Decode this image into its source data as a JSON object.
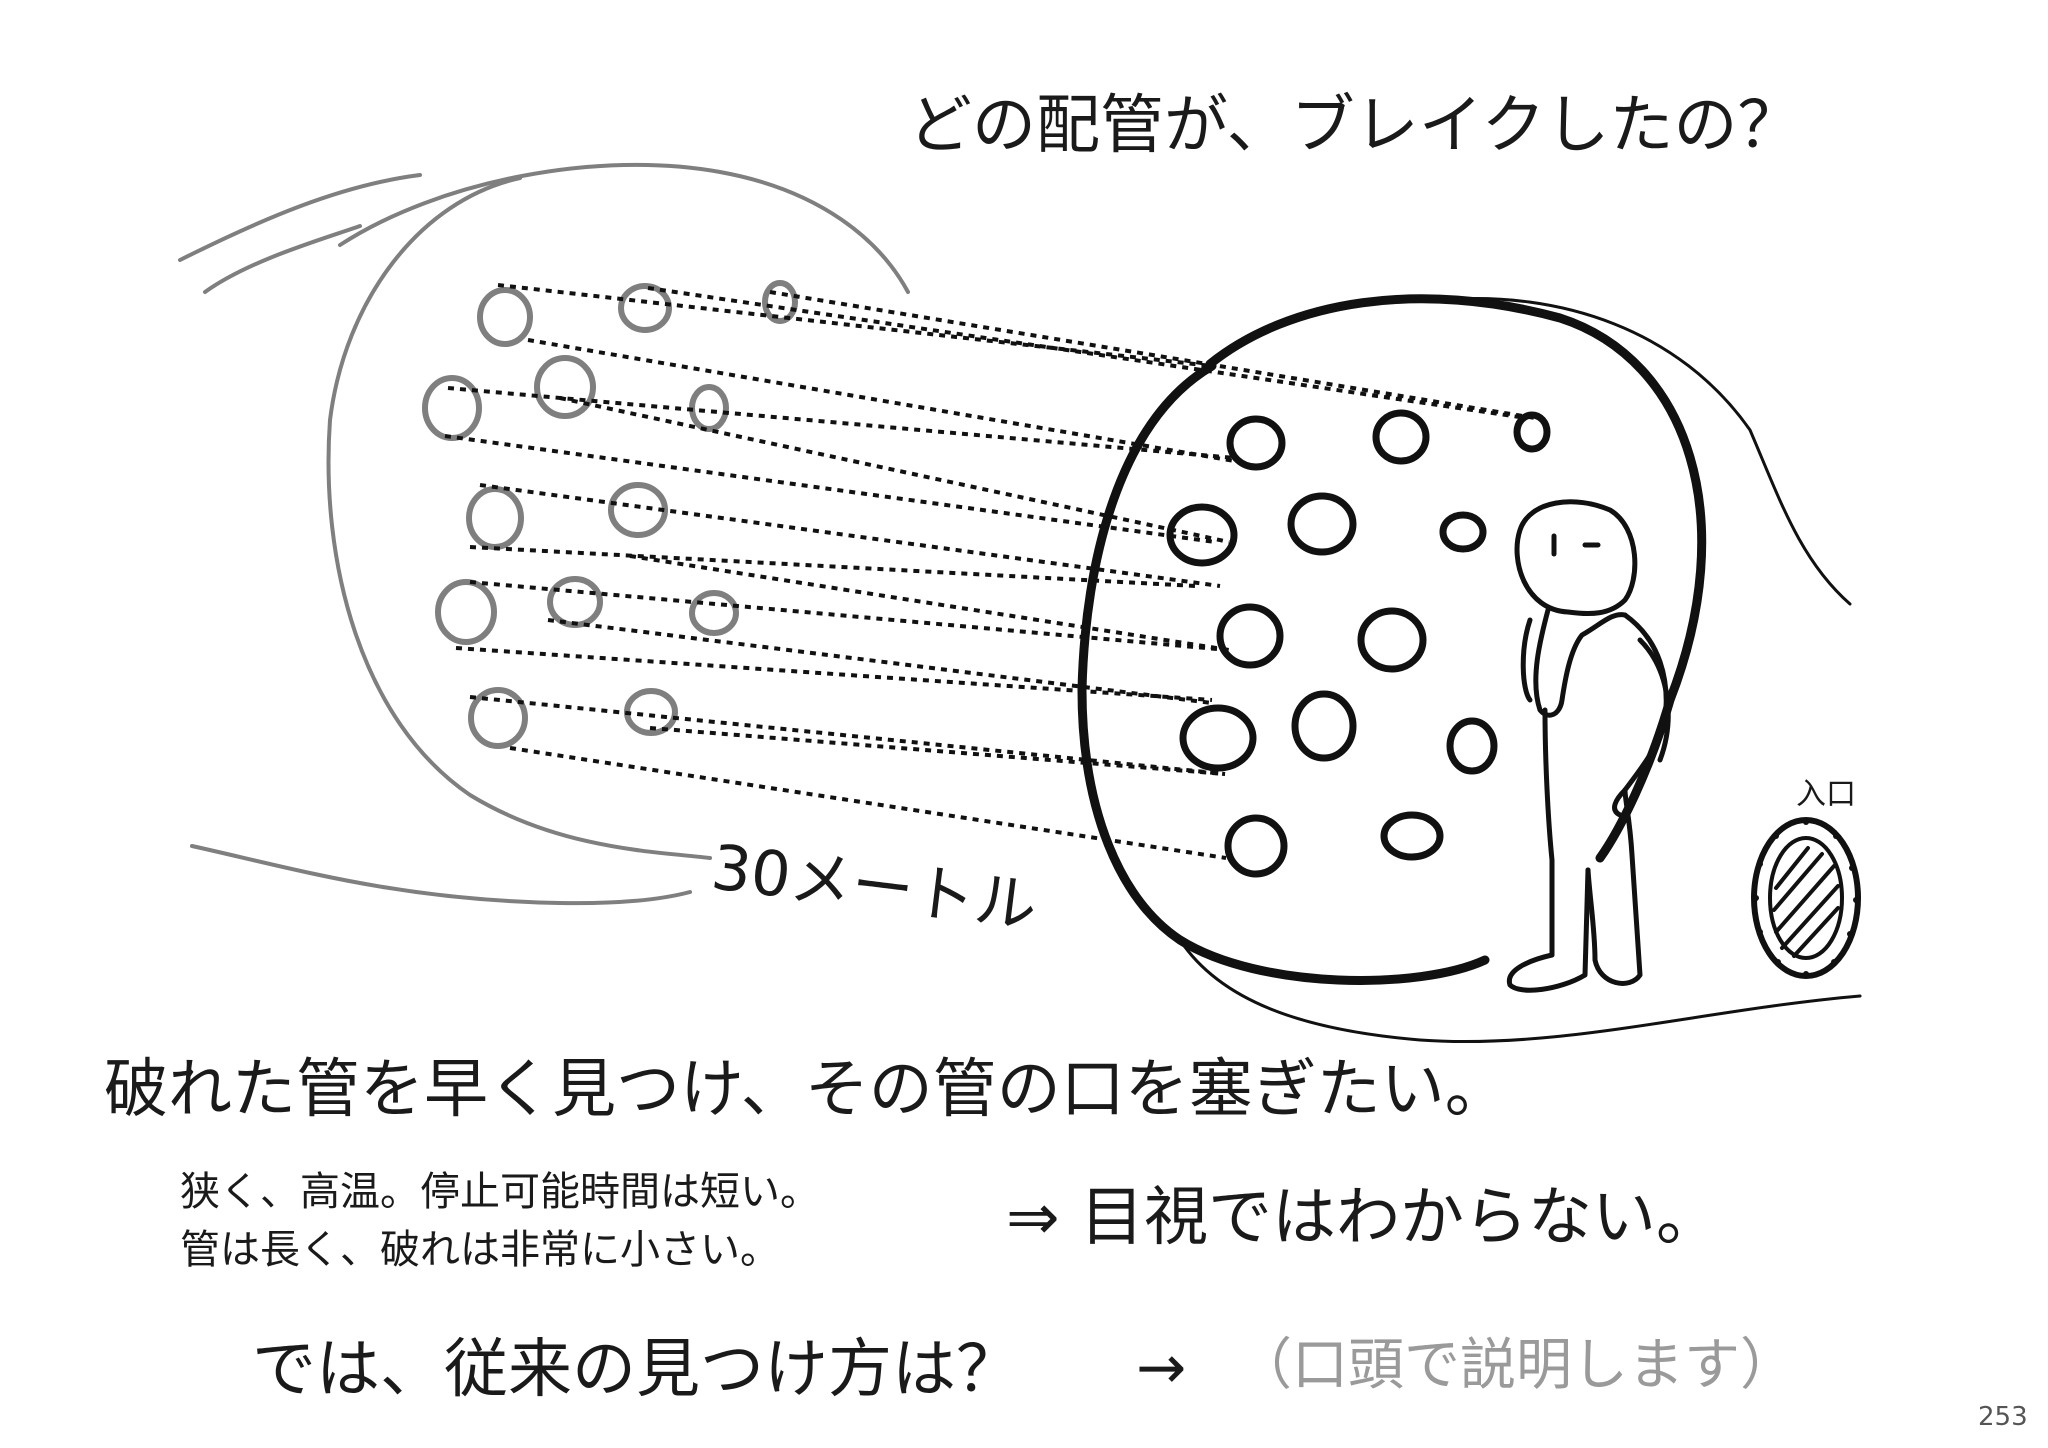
{
  "title": "どの配管が、ブレイクしたの？",
  "illustration": {
    "distance_label": "30メートル",
    "entrance_label": "入口",
    "icons": [
      "boiler-cross-section",
      "pipe-end-circles",
      "person-thinking",
      "manhole-door"
    ],
    "colors": {
      "ink": "#111111",
      "faded_ink": "#7f7f7f"
    }
  },
  "main_goal": "破れた管を早く見つけ、その管の口を塞ぎたい。",
  "reasons": {
    "line1": "狭く、高温。停止可能時間は短い。",
    "line2": "管は長く、破れは非常に小さい。"
  },
  "conclusion": "⇒ 目視ではわからない。",
  "question": {
    "text": "では、従来の見つけ方は？",
    "arrow": "→",
    "note": "（口頭で説明します）"
  },
  "page_number": "253"
}
